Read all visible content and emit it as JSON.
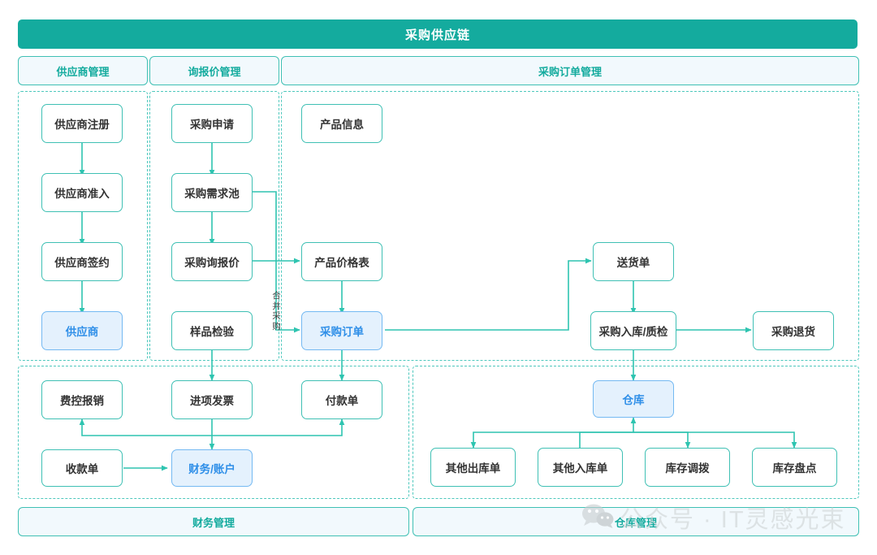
{
  "header": {
    "title": "采购供应链",
    "color": "#14ab9e"
  },
  "theme": {
    "teal": "#14ab9e",
    "teal_line": "#2ec4b0",
    "node_border": "#3fc0b4",
    "region_dash": "#4ec8bd",
    "pill_fill": "#f2f9fd",
    "highlight_fill": "#e4f1fd",
    "highlight_border": "#74b9f2",
    "highlight_text": "#2f8fe8",
    "node_text": "#333333",
    "watermark_color": "#cfd4d6"
  },
  "sections": [
    {
      "id": "supplier",
      "label": "供应商管理"
    },
    {
      "id": "rfq",
      "label": "询报价管理"
    },
    {
      "id": "po",
      "label": "采购订单管理"
    },
    {
      "id": "finance",
      "label": "财务管理"
    },
    {
      "id": "warehouse",
      "label": "仓库管理"
    }
  ],
  "nodes": [
    {
      "id": "n1",
      "label": "供应商注册",
      "highlight": false
    },
    {
      "id": "n2",
      "label": "供应商准入",
      "highlight": false
    },
    {
      "id": "n3",
      "label": "供应商签约",
      "highlight": false
    },
    {
      "id": "n4",
      "label": "供应商",
      "highlight": true
    },
    {
      "id": "n5",
      "label": "采购申请",
      "highlight": false
    },
    {
      "id": "n6",
      "label": "采购需求池",
      "highlight": false
    },
    {
      "id": "n7",
      "label": "采购询报价",
      "highlight": false
    },
    {
      "id": "n8",
      "label": "样品检验",
      "highlight": false
    },
    {
      "id": "n9",
      "label": "产品信息",
      "highlight": false
    },
    {
      "id": "n10",
      "label": "产品价格表",
      "highlight": false
    },
    {
      "id": "n11",
      "label": "采购订单",
      "highlight": true
    },
    {
      "id": "n12",
      "label": "送货单",
      "highlight": false
    },
    {
      "id": "n13",
      "label": "采购入库/质检",
      "highlight": false
    },
    {
      "id": "n14",
      "label": "采购退货",
      "highlight": false
    },
    {
      "id": "n15",
      "label": "费控报销",
      "highlight": false
    },
    {
      "id": "n16",
      "label": "进项发票",
      "highlight": false
    },
    {
      "id": "n17",
      "label": "付款单",
      "highlight": false
    },
    {
      "id": "n18",
      "label": "收款单",
      "highlight": false
    },
    {
      "id": "n19",
      "label": "财务/账户",
      "highlight": true
    },
    {
      "id": "n20",
      "label": "仓库",
      "highlight": true
    },
    {
      "id": "n21",
      "label": "其他出库单",
      "highlight": false
    },
    {
      "id": "n22",
      "label": "其他入库单",
      "highlight": false
    },
    {
      "id": "n23",
      "label": "库存调拨",
      "highlight": false
    },
    {
      "id": "n24",
      "label": "库存盘点",
      "highlight": false
    }
  ],
  "edge_labels": [
    {
      "id": "merge-purchase",
      "text": "合并采购"
    }
  ],
  "watermark": {
    "icon": "wechat-icon",
    "text": "公众号 · IT灵感光束"
  }
}
